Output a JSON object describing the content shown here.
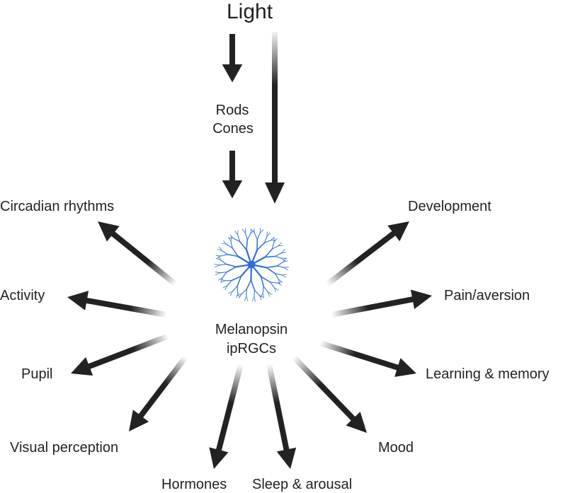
{
  "title": "Light",
  "photoreceptors": [
    "Rods",
    "Cones"
  ],
  "center": {
    "line1": "Melanopsin",
    "line2": "ipRGCs",
    "cell_icon": "retinal-ganglion-cell-icon"
  },
  "outputs": {
    "circadian": "Circadian rhythms",
    "activity": "Activity",
    "pupil": "Pupil",
    "visual": "Visual perception",
    "hormones": "Hormones",
    "sleep": "Sleep & arousal",
    "mood": "Mood",
    "learning": "Learning & memory",
    "pain": "Pain/aversion",
    "development": "Development"
  },
  "colors": {
    "arrow": "#222222",
    "cell": "#2f6fd6",
    "text": "#222222"
  }
}
